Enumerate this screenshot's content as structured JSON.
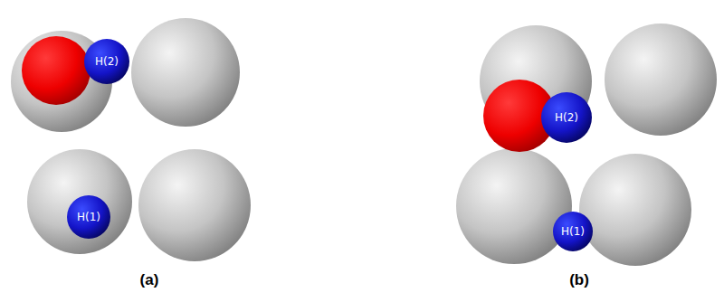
{
  "diagram": {
    "nodes": [
      {
        "text": [
          "H(2)"
        ]
      },
      {
        "text": [
          "H(1)"
        ]
      },
      {
        "text": [
          "H(2)"
        ]
      },
      {
        "text": [
          "H(1)"
        ]
      }
    ],
    "labels": [
      "(a)",
      "(b)"
    ]
  }
}
